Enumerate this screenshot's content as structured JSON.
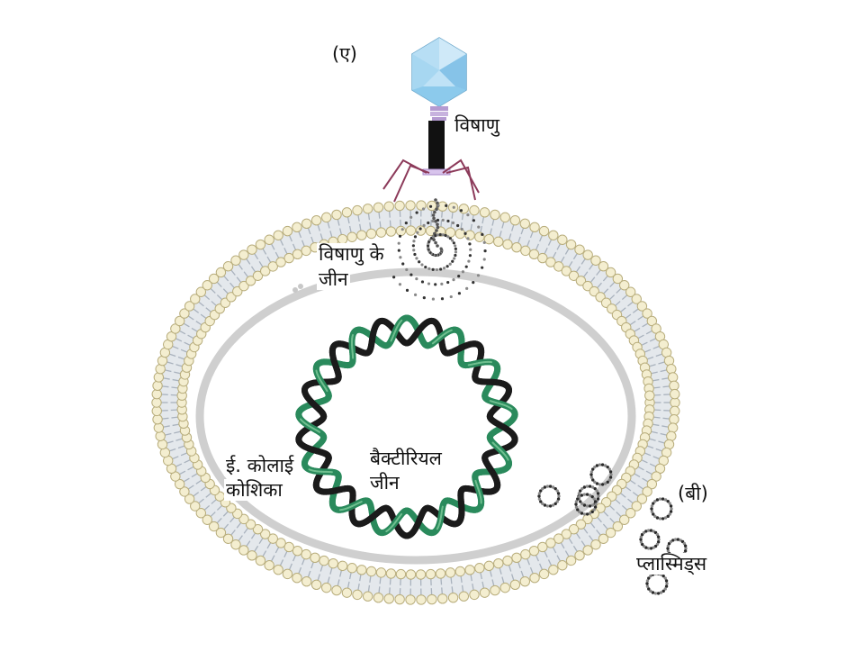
{
  "labels": {
    "marker_a": "(ए)",
    "virus": "विषाणु",
    "viral_genes_line1": "विषाणु के",
    "viral_genes_line2": "जीन",
    "ecoli_line1": "ई. कोलाई",
    "ecoli_line2": "कोशिका",
    "bacterial_genes_line1": "बैक्टीरियल",
    "bacterial_genes_line2": "जीन",
    "marker_b": "(बी)",
    "plasmids": "प्लास्मिड्स"
  },
  "colors": {
    "membrane_head_fill": "#f4eed0",
    "membrane_head_stroke": "#b8ad7c",
    "membrane_tail": "#a9b2bd",
    "inner_rim": "#cfcfcf",
    "dna_green": "#2a8a5c",
    "dna_green_light": "#6fbf8f",
    "dna_black": "#1b1b1b",
    "capsid_blue": "#9fd3f0",
    "collar_purple": "#b49ad1",
    "tail_fiber": "#8c3a5a",
    "plasmid": "#444444"
  }
}
